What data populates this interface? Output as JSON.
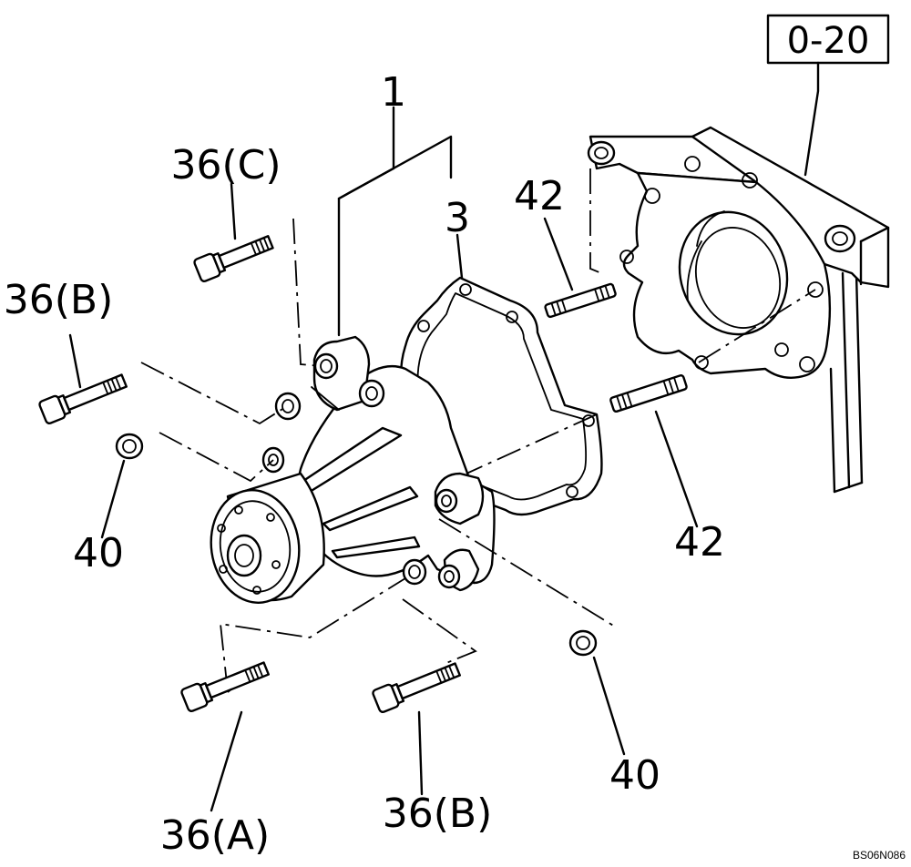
{
  "reference_box": {
    "label": "0-20"
  },
  "parts": {
    "assembly": "1",
    "gasket": "3",
    "bolt_c": "36(C)",
    "bolt_b_upper": "36(B)",
    "nut_upper": "40",
    "stud_upper": "42",
    "stud_lower": "42",
    "nut_lower": "40",
    "bolt_a": "36(A)",
    "bolt_b_lower": "36(B)"
  },
  "drawing_code": "BS06N086"
}
